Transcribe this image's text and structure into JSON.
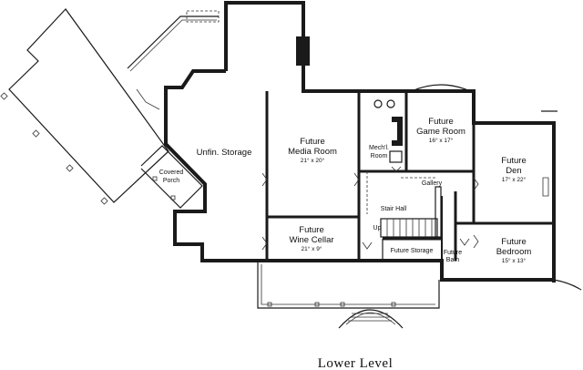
{
  "rooms": {
    "unfin_storage": {
      "name": "Unfin. Storage"
    },
    "covered_porch": {
      "line1": "Covered",
      "line2": "Porch"
    },
    "media_room": {
      "line1": "Future",
      "line2": "Media Room",
      "dim": "21° x 20°"
    },
    "mech_room": {
      "line1": "Mech'l.",
      "line2": "Room"
    },
    "game_room": {
      "line1": "Future",
      "line2": "Game Room",
      "dim": "16° x 17°"
    },
    "den": {
      "line1": "Future",
      "line2": "Den",
      "dim": "17° x 22°"
    },
    "gallery": {
      "name": "Gallery"
    },
    "stair_hall": {
      "name": "Stair Hall"
    },
    "up": {
      "name": "Up"
    },
    "wine_cellar": {
      "line1": "Future",
      "line2": "Wine Cellar",
      "dim": "21° x 9°"
    },
    "future_storage": {
      "name": "Future Storage"
    },
    "future_bath": {
      "line1": "Future",
      "line2": "Bath"
    },
    "bedroom": {
      "line1": "Future",
      "line2": "Bedroom",
      "dim": "15° x 13°"
    }
  },
  "caption": "Lower Level"
}
